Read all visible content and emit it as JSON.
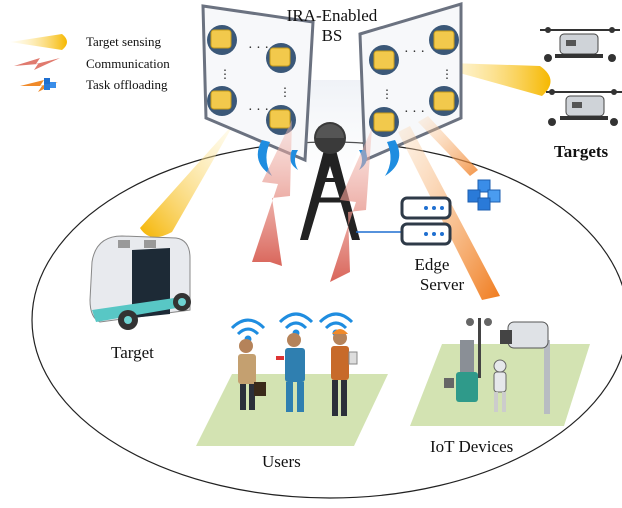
{
  "legend": {
    "target_sensing": "Target sensing",
    "communication": "Communication",
    "task_offloading": "Task offloading"
  },
  "labels": {
    "bs_line1": "IRA-Enabled",
    "bs_line2": "BS",
    "targets": "Targets",
    "edge_line1": "Edge",
    "edge_line2": "Server",
    "target": "Target",
    "users": "Users",
    "iot_devices": "IoT Devices"
  },
  "colors": {
    "sensing_beam": "#f6c22a",
    "communication": "#e07a6e",
    "offloading": "#f08a2a",
    "ground_patch": "#d3e3b2",
    "panel_element": "#f2c94c",
    "wifi": "#1f8de0",
    "link": "#1f6fd0"
  },
  "icons": [
    "drone-icon",
    "autonomous-vehicle-icon",
    "edge-server-icon",
    "task-cube-icon",
    "wifi-icon",
    "camera-icon",
    "robot-icon",
    "antenna-panel-icon"
  ]
}
